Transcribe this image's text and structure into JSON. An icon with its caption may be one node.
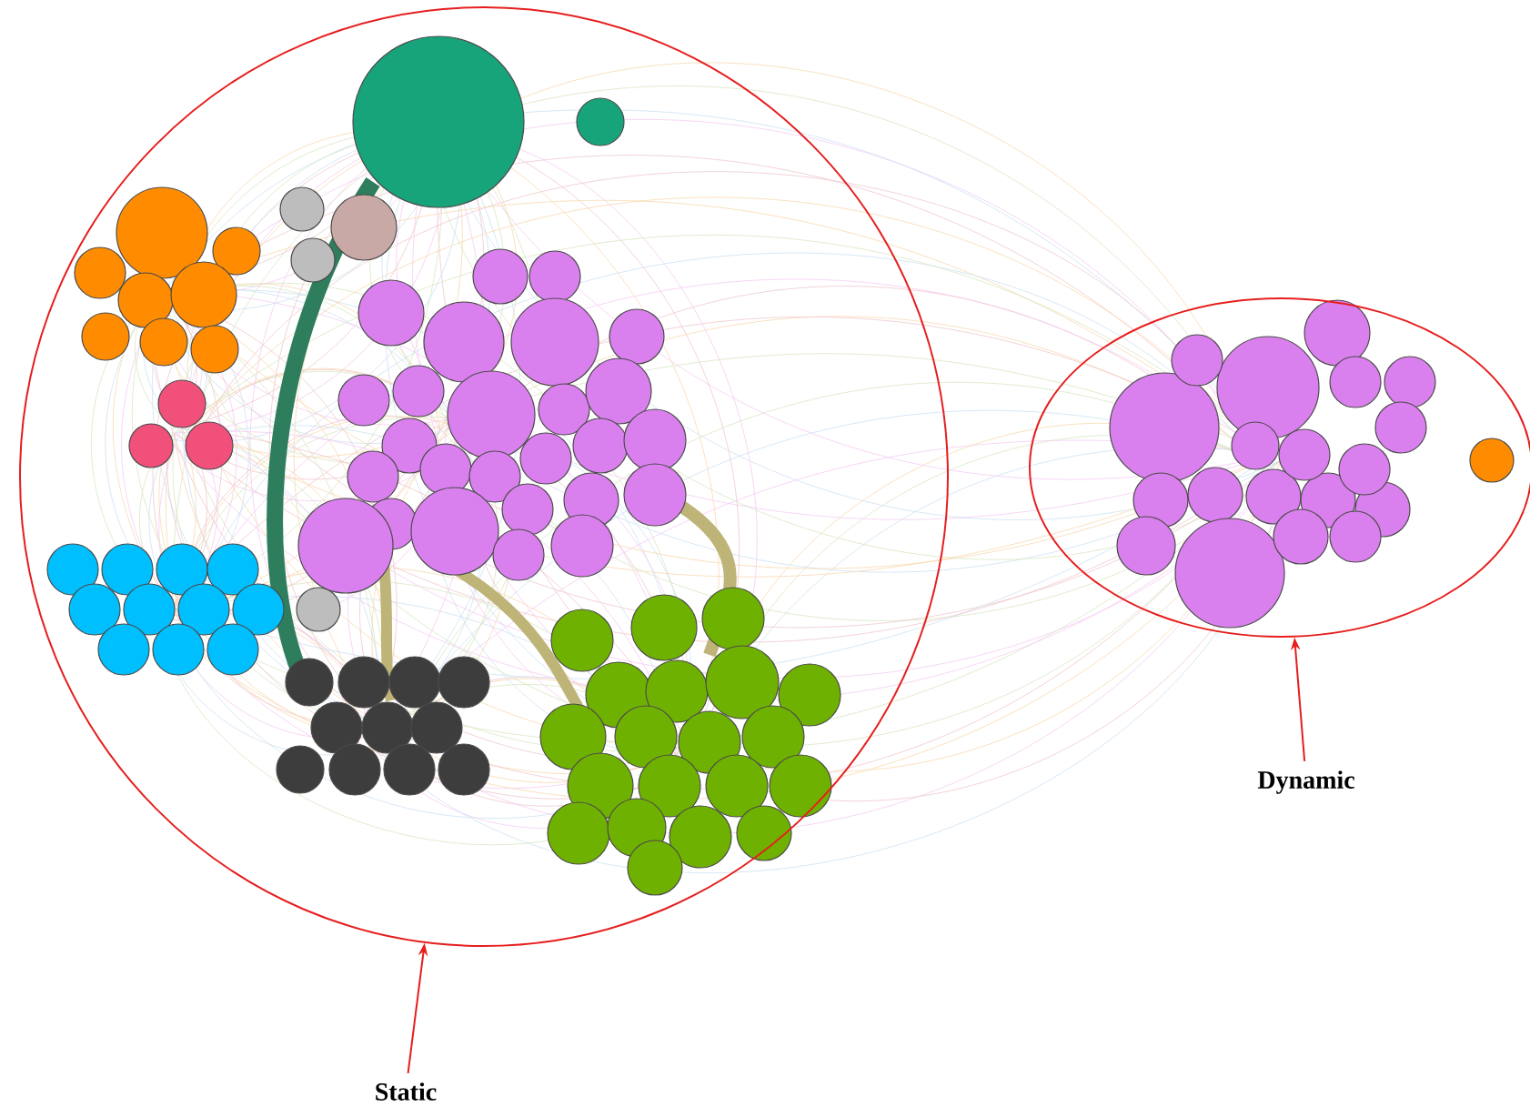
{
  "diagram": {
    "nodes": [
      {
        "text": [],
        "shape": "ellipse"
      },
      {
        "text": [],
        "shape": "ellipse"
      },
      {
        "text": [
          "Static"
        ]
      },
      {
        "text": [
          "Dynamic"
        ]
      }
    ],
    "edges": [
      {
        "from": 2,
        "to": 0,
        "arrow": "to"
      },
      {
        "from": 3,
        "to": 1,
        "arrow": "to"
      }
    ]
  }
}
